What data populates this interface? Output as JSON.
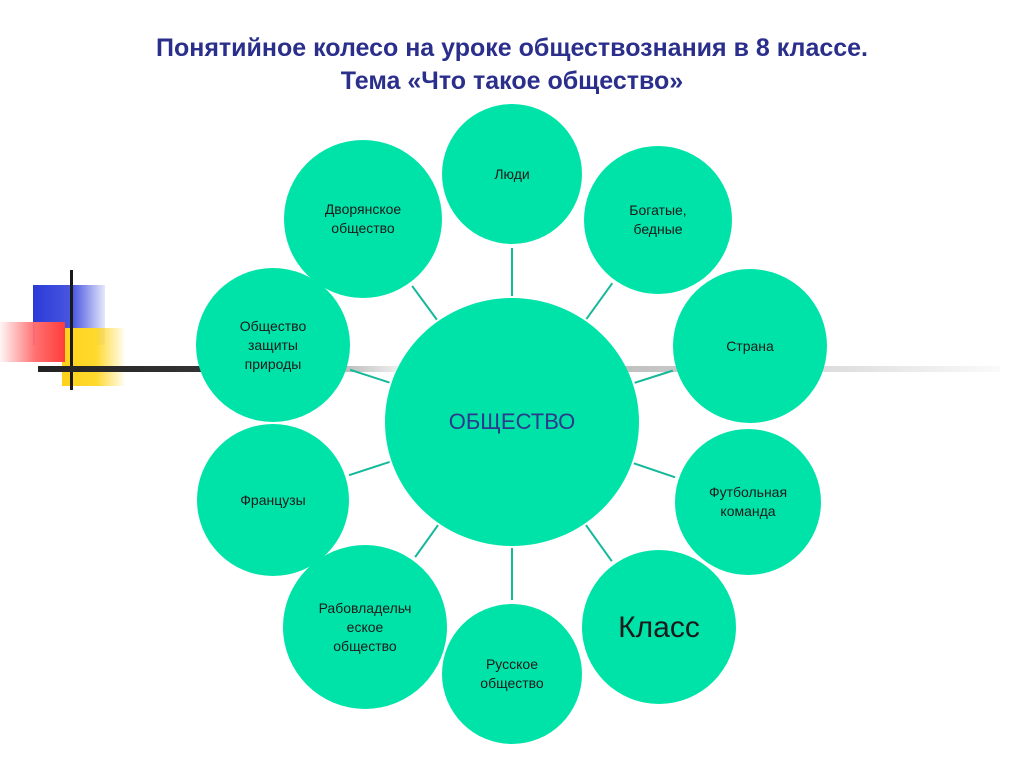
{
  "title": {
    "line1": "Понятийное колесо на уроке обществознания в 8 классе.",
    "line2": "Тема «Что такое общество»"
  },
  "center": {
    "label": "ОБЩЕСТВО"
  },
  "nodes": [
    {
      "id": "ludi",
      "lines": [
        "Люди"
      ]
    },
    {
      "id": "bogatye",
      "lines": [
        "Богатые,",
        "бедные"
      ]
    },
    {
      "id": "strana",
      "lines": [
        "Страна"
      ]
    },
    {
      "id": "futbol",
      "lines": [
        "Футбольная",
        "команда"
      ]
    },
    {
      "id": "klass",
      "lines": [
        "Класс"
      ]
    },
    {
      "id": "russkoe",
      "lines": [
        "Русское",
        "общество"
      ]
    },
    {
      "id": "rabovlad",
      "lines": [
        "Рабовладельч",
        "еское",
        "общество"
      ]
    },
    {
      "id": "francuzy",
      "lines": [
        "Французы"
      ]
    },
    {
      "id": "zashita",
      "lines": [
        "Общество",
        "защиты",
        "природы"
      ]
    },
    {
      "id": "dvoryan",
      "lines": [
        "Дворянское",
        "общество"
      ]
    }
  ],
  "colors": {
    "node_fill": "#00e3a8",
    "link": "#15b89a",
    "title": "#2b2f8c",
    "center_text": "#2b3a8c"
  }
}
